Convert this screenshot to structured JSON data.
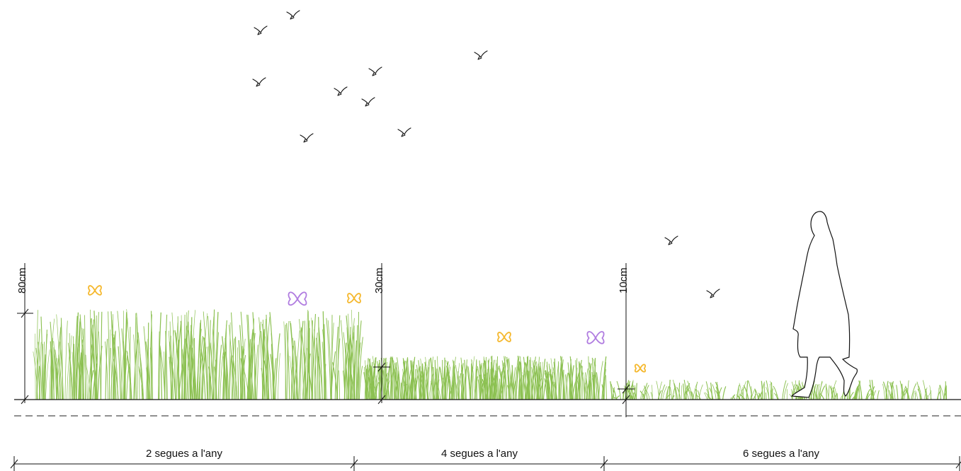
{
  "sections": [
    {
      "height_label": "80cm",
      "mowing_label": "2 segues a l'any"
    },
    {
      "height_label": "30cm",
      "mowing_label": "4 segues a l'any"
    },
    {
      "height_label": "10cm",
      "mowing_label": "6 segues a l'any"
    }
  ],
  "colors": {
    "grass": "#8cc152",
    "butterfly_yellow": "#f5b82e",
    "butterfly_purple": "#b07ce0",
    "line": "#111111"
  }
}
